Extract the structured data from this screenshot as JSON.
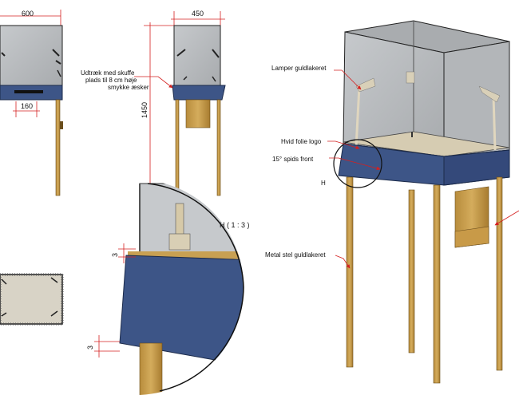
{
  "dimensions": {
    "front_width": "600",
    "side_width": "450",
    "height": "1450",
    "drawer_width": "160",
    "detail_thickness_top": "3",
    "detail_thickness_bottom": "3"
  },
  "annotations": {
    "drawer_note_line1": "Udtræk med skuffe",
    "drawer_note_line2": "plads til 8 cm høje",
    "drawer_note_line3": "smykke æsker",
    "lamps": "Lamper guldlakeret",
    "logo": "Hvid folie logo",
    "front_angle": "15° spids front",
    "detail_marker": "H",
    "detail_title": "H ( 1 : 3 )",
    "frame": "Metal stel guldlakeret"
  },
  "colors": {
    "base_blue": "#3d5587",
    "glass": "#b9bcbf",
    "wood": "#c8a052",
    "dimension_red": "#d42020"
  }
}
